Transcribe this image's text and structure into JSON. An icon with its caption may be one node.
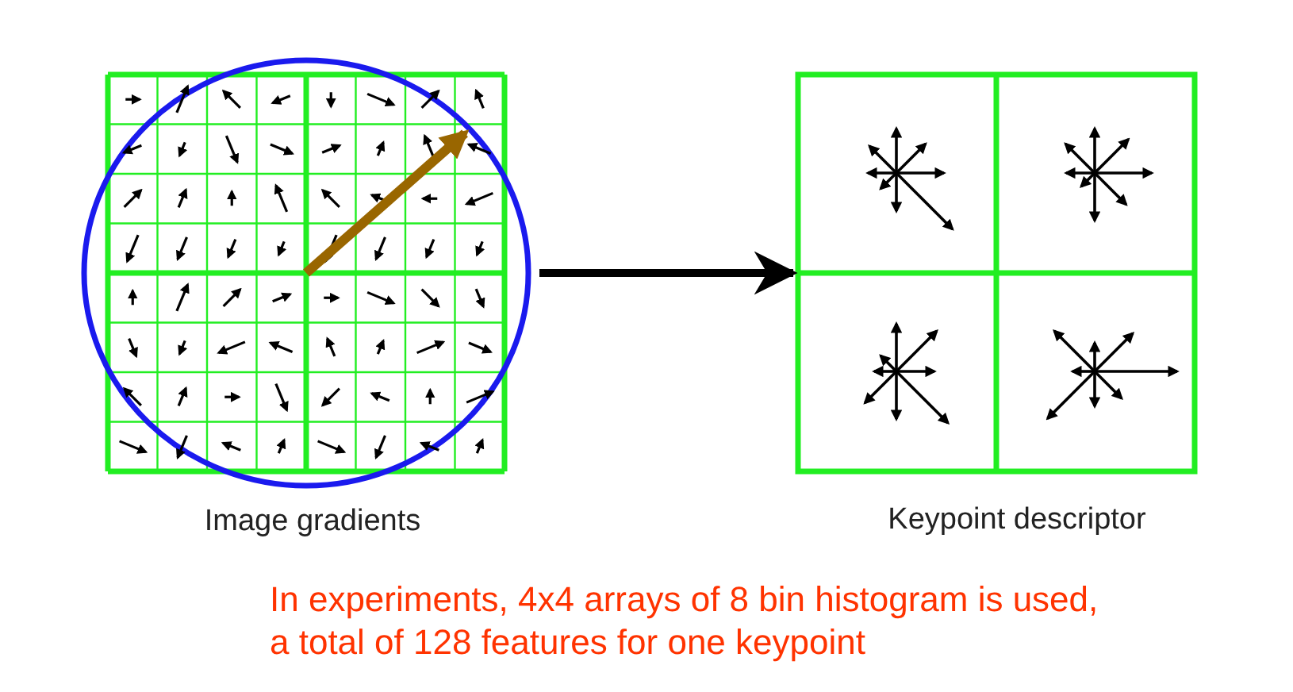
{
  "diagram": {
    "nodes": [
      {
        "text": [],
        "shape": "picture",
        "beside": [
          "Image gradients"
        ]
      },
      {
        "text": [],
        "shape": "picture",
        "beside": [
          "Keypoint descriptor"
        ]
      }
    ],
    "edges": [
      {
        "from": 0,
        "to": 1,
        "arrow": "to"
      }
    ],
    "labels": [
      "In experiments, 4x4 arrays of 8 bin histogram is used, a total of 128 features for one keypoint"
    ]
  }
}
